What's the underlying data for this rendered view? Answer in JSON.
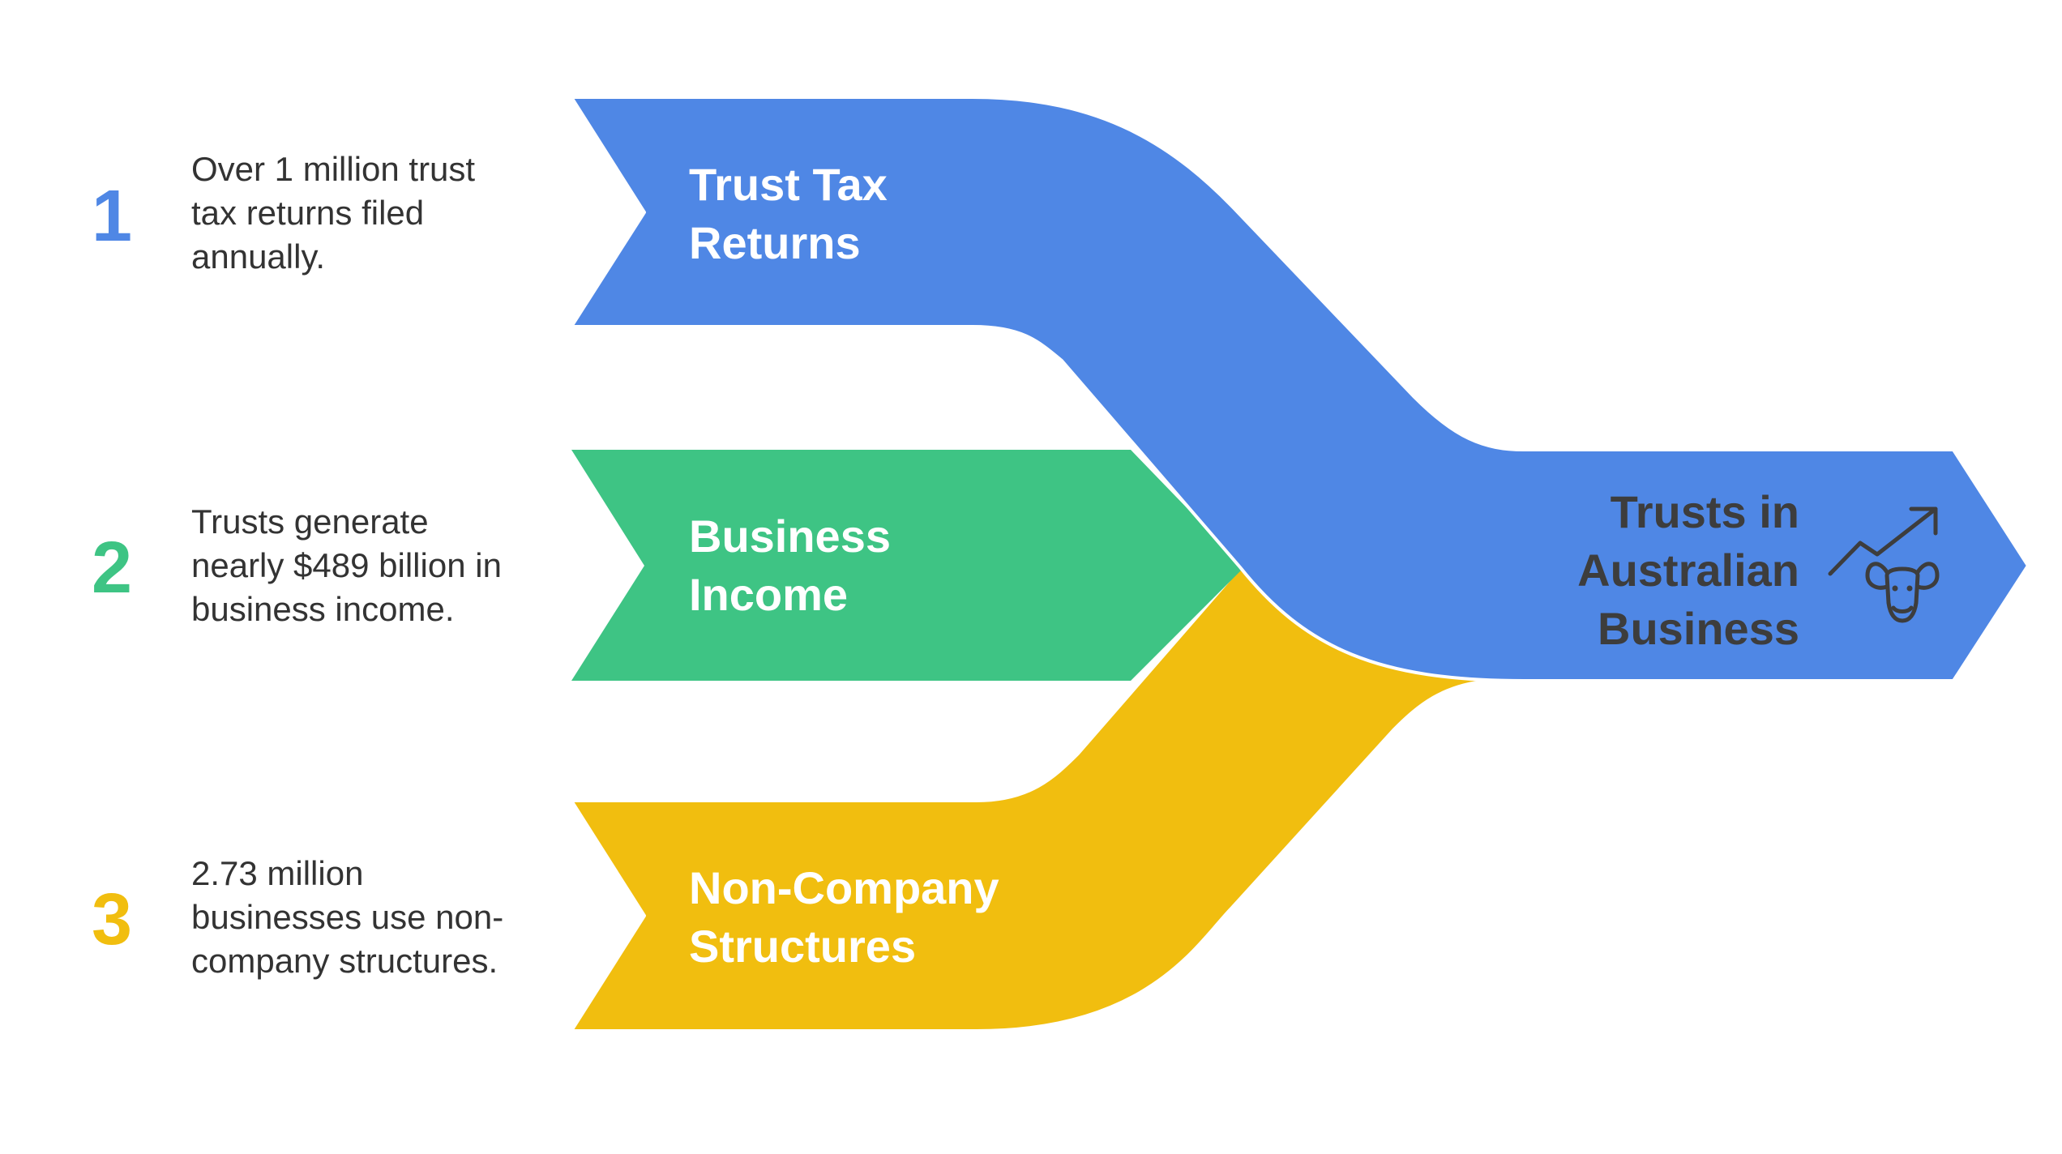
{
  "steps": [
    {
      "number": "1",
      "description": [
        "Over 1 million trust",
        "tax returns filed",
        "annually."
      ],
      "label": [
        "Trust Tax",
        "Returns"
      ],
      "color": "#4F87E5"
    },
    {
      "number": "2",
      "description": [
        "Trusts generate",
        "nearly $489 billion in",
        "business income."
      ],
      "label": [
        "Business",
        "Income"
      ],
      "color": "#3EC484"
    },
    {
      "number": "3",
      "description": [
        "2.73 million",
        "businesses use non-",
        "company structures."
      ],
      "label": [
        "Non-Company",
        "Structures"
      ],
      "color": "#F1BE0F"
    }
  ],
  "target": {
    "label": [
      "Trusts in",
      "Australian",
      "Business"
    ],
    "icon": "bull-market-icon",
    "text_color": "#3D3D3D"
  }
}
